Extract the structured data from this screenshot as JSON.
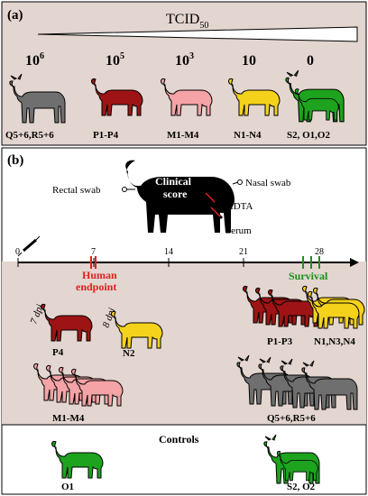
{
  "panel_a": {
    "label": "(a)",
    "title": "TCID",
    "title_sub": "50",
    "doses": [
      {
        "base": "10",
        "exp": "6"
      },
      {
        "base": "10",
        "exp": "5"
      },
      {
        "base": "10",
        "exp": "3"
      },
      {
        "base": "10",
        "exp": ""
      },
      {
        "base": "0",
        "exp": ""
      }
    ],
    "groups": [
      {
        "label": "Q5+6,R5+6",
        "color": "#6f6f6f"
      },
      {
        "label": "P1-P4",
        "color": "#9e1414"
      },
      {
        "label": "M1-M4",
        "color": "#f4a3a6"
      },
      {
        "label": "N1-N4",
        "color": "#f4d21c"
      },
      {
        "label": "S2, O1,O2",
        "color": "#1ea31e"
      }
    ]
  },
  "panel_b": {
    "label": "(b)",
    "clinical_score": "Clinical\nscore",
    "clinical_line1": "Clinical",
    "clinical_line2": "score",
    "rectal_swab": "Rectal swab",
    "nasal_swab": "Nasal swab",
    "edta": "EDTA",
    "serum": "Serum",
    "timeline_ticks": [
      "0",
      "7",
      "14",
      "21",
      "28"
    ],
    "human_endpoint_line1": "Human",
    "human_endpoint_line2": "endpoint",
    "survival": "Survival",
    "dpi_7": "7 dpi",
    "dpi_8": "8 dpi",
    "p4": "P4",
    "n2": "N2",
    "m1m4": "M1-M4",
    "p1p3": "P1-P3",
    "n1n3n4": "N1,N3,N4",
    "q5r5": "Q5+6,R5+6",
    "controls": "Controls",
    "o1": "O1",
    "s2o2": "S2, O2"
  },
  "colors": {
    "panel_bg": "#e3d5cf",
    "grey": "#6f6f6f",
    "dark_red": "#9e1414",
    "pink": "#f4a3a6",
    "yellow": "#f4d21c",
    "green": "#1ea31e",
    "endpoint_red": "#e0201e",
    "survival_green": "#1e8f1e"
  }
}
